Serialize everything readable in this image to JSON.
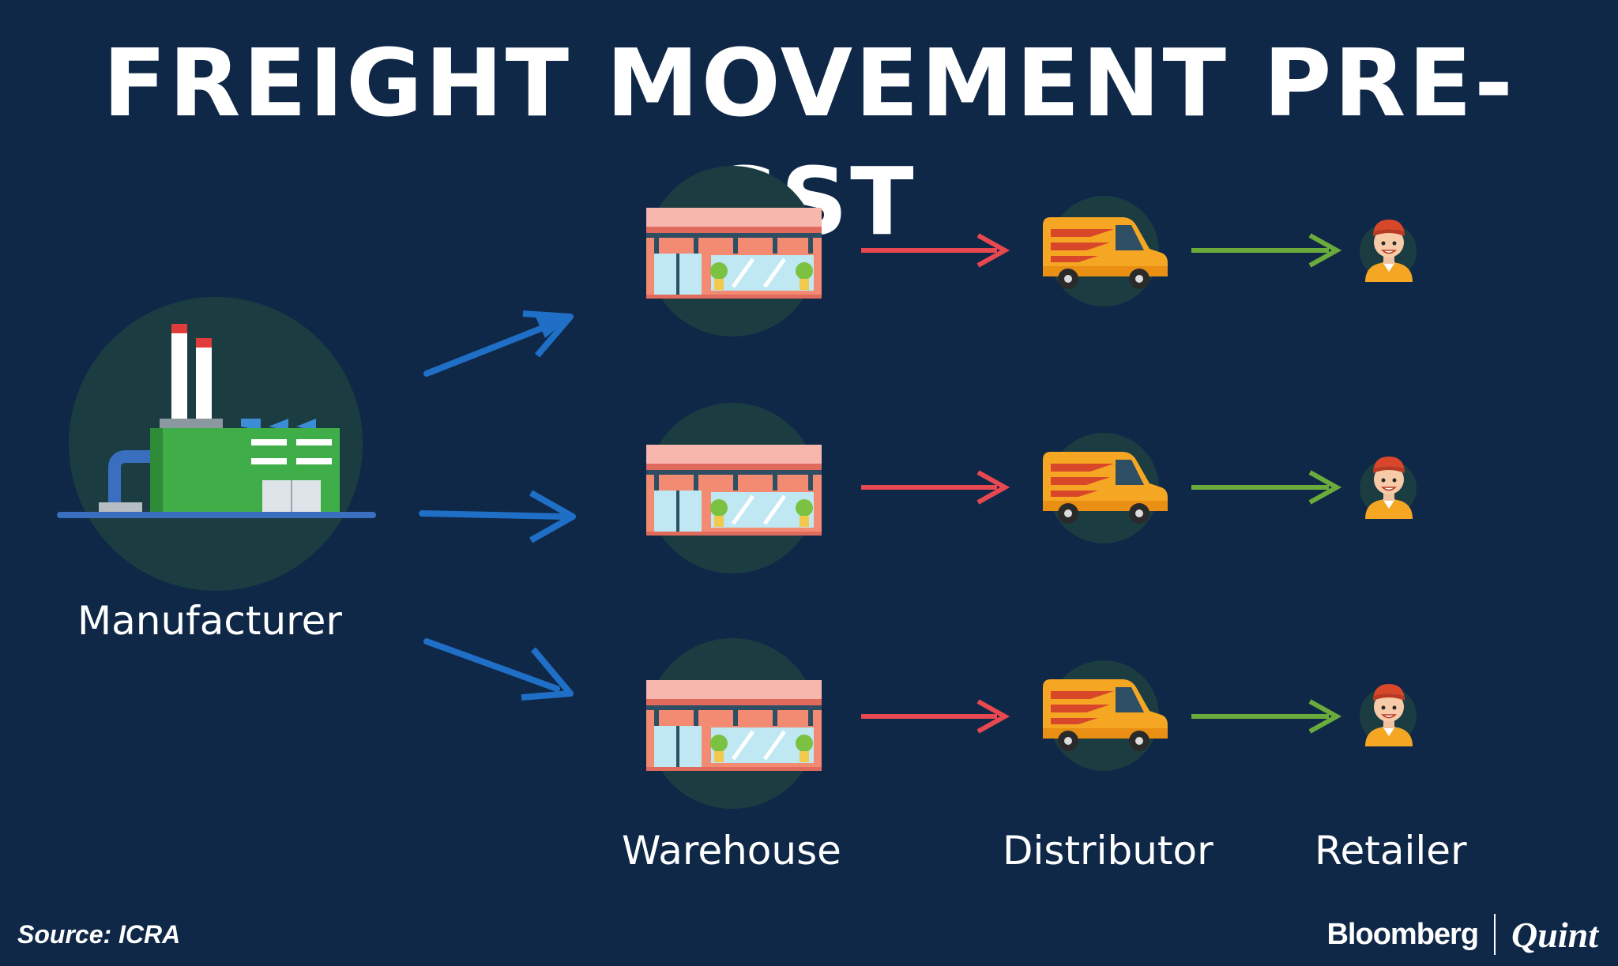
{
  "title": "FREIGHT MOVEMENT PRE-GST",
  "nodes": {
    "manufacturer": "Manufacturer",
    "warehouse": "Warehouse",
    "distributor": "Distributor",
    "retailer": "Retailer"
  },
  "rows": 3,
  "footer": {
    "source": "Source: ICRA",
    "brand_primary": "Bloomberg",
    "brand_secondary": "Quint"
  },
  "colors": {
    "background": "#0f2847",
    "icon_circle": "#1b3d42",
    "manufacturer_arrow": "#1f6fc7",
    "warehouse_arrow": "#e84850",
    "distributor_arrow": "#6bab3c"
  },
  "icons": [
    "factory-icon",
    "warehouse-icon",
    "delivery-van-icon",
    "retailer-person-icon"
  ]
}
